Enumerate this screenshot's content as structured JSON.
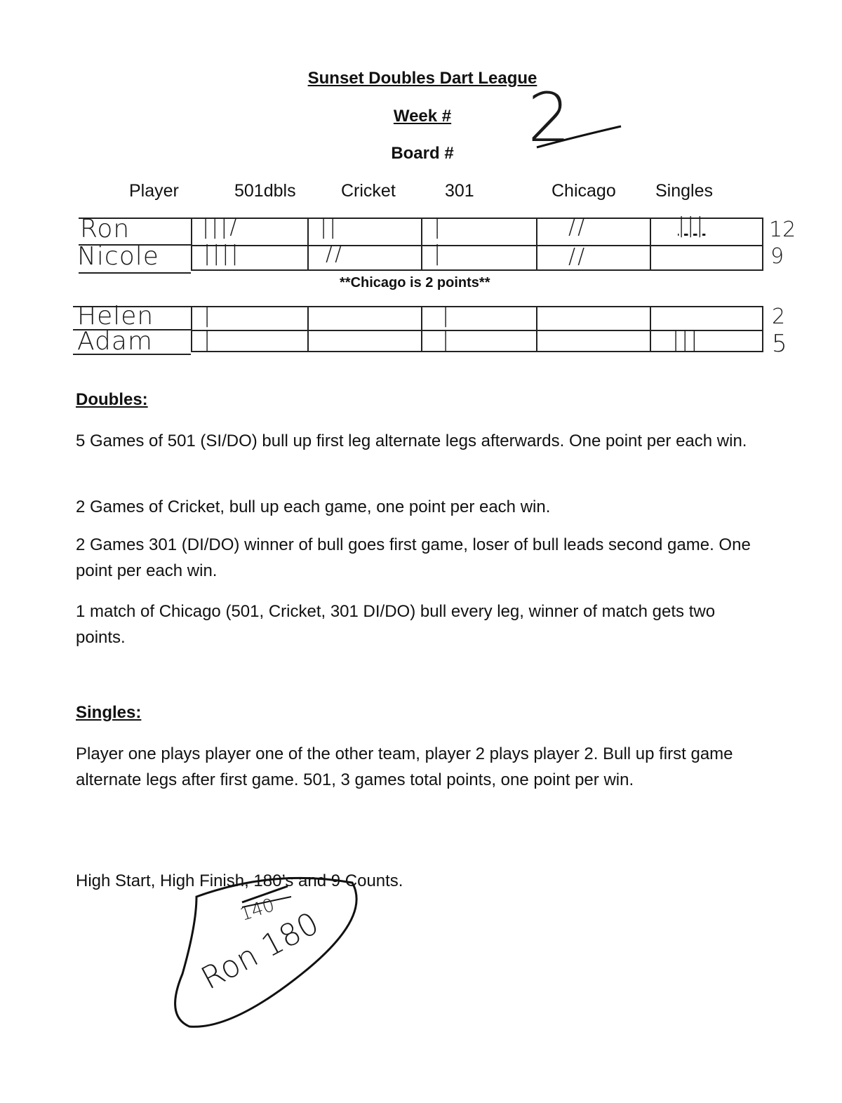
{
  "header": {
    "title": "Sunset Doubles Dart League",
    "week_label": "Week #",
    "board_label": "Board #",
    "week_value": "2"
  },
  "columns": [
    "Player",
    "501dbls",
    "Cricket",
    "301",
    "Chicago",
    "Singles"
  ],
  "team1": {
    "players": [
      {
        "name": "Ron",
        "d501": "|||/",
        "cricket": "||",
        "t301": "|",
        "chicago": "//",
        "singles": "|||",
        "total": "12"
      },
      {
        "name": "Nicole",
        "d501": "||||",
        "cricket": "//",
        "t301": "|",
        "chicago": "//",
        "singles": "",
        "total": "9"
      }
    ]
  },
  "chicago_note": "**Chicago is 2 points**",
  "team2": {
    "players": [
      {
        "name": "Helen",
        "d501": "|",
        "cricket": "",
        "t301": "|",
        "chicago": "",
        "singles": "",
        "total": "2"
      },
      {
        "name": "Adam",
        "d501": "|",
        "cricket": "",
        "t301": "|",
        "chicago": "",
        "singles": "|||",
        "total": "5"
      }
    ]
  },
  "doubles": {
    "heading": "Doubles:",
    "rules": [
      "5 Games of 501 (SI/DO) bull up first leg alternate legs afterwards. One point per each win.",
      "2 Games of Cricket, bull up each game, one point per each win.",
      "2 Games 301 (DI/DO) winner of bull goes first game, loser of bull leads second game. One point per each win.",
      "1 match of Chicago (501, Cricket, 301 DI/DO) bull every leg, winner of match gets two points."
    ]
  },
  "singles": {
    "heading": "Singles:",
    "rule": "Player one plays player one of the other team, player 2 plays player 2.  Bull up first game alternate legs after first game.  501, 3 games total points, one point per win."
  },
  "footer": {
    "line": "High Start, High Finish, 180’s and 9 Counts.",
    "struck_value": "140",
    "circled_note": "Ron 180"
  }
}
